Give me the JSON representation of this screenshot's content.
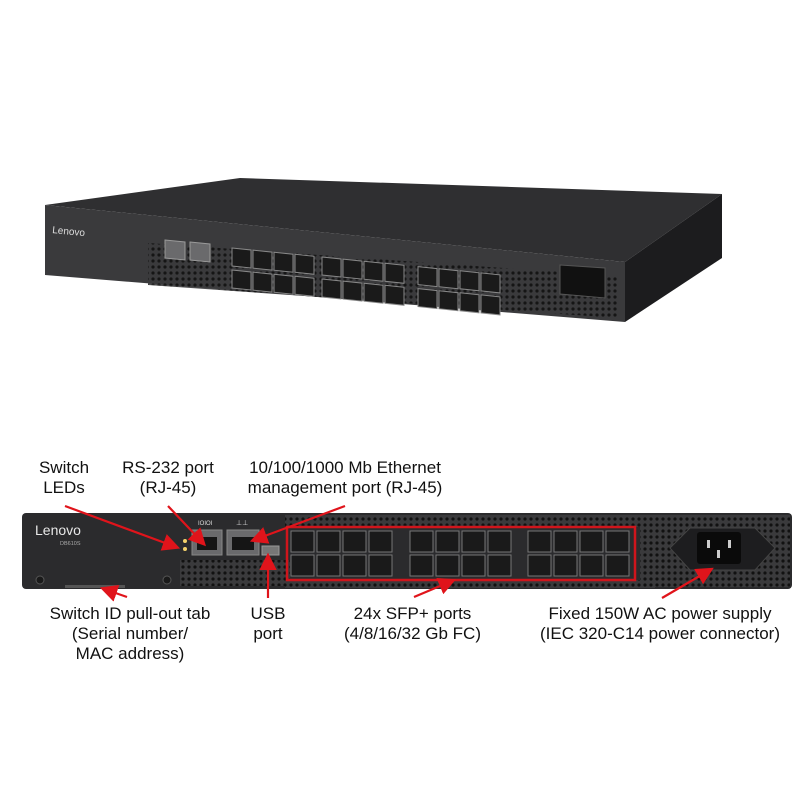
{
  "product": {
    "brand": "Lenovo",
    "model": "DB610S",
    "port_indicators": {
      "serial": "IOIOI",
      "network": "network-icon"
    }
  },
  "callouts": {
    "switch_leds": [
      "Switch",
      "LEDs"
    ],
    "rs232": [
      "RS-232 port",
      "(RJ-45)"
    ],
    "ethernet": [
      "10/100/1000 Mb Ethernet",
      "management port (RJ-45)"
    ],
    "pull_tab": [
      "Switch ID pull-out tab",
      "(Serial number/",
      "MAC address)"
    ],
    "usb": [
      "USB",
      "port"
    ],
    "sfp": [
      "24x SFP+ ports",
      "(4/8/16/32 Gb FC)"
    ],
    "power": [
      "Fixed 150W AC power supply",
      "(IEC 320-C14 power connector)"
    ]
  },
  "colors": {
    "chassis": "#2b2b2d",
    "callout": "#e0141b",
    "port_highlight": "#d0151c"
  }
}
